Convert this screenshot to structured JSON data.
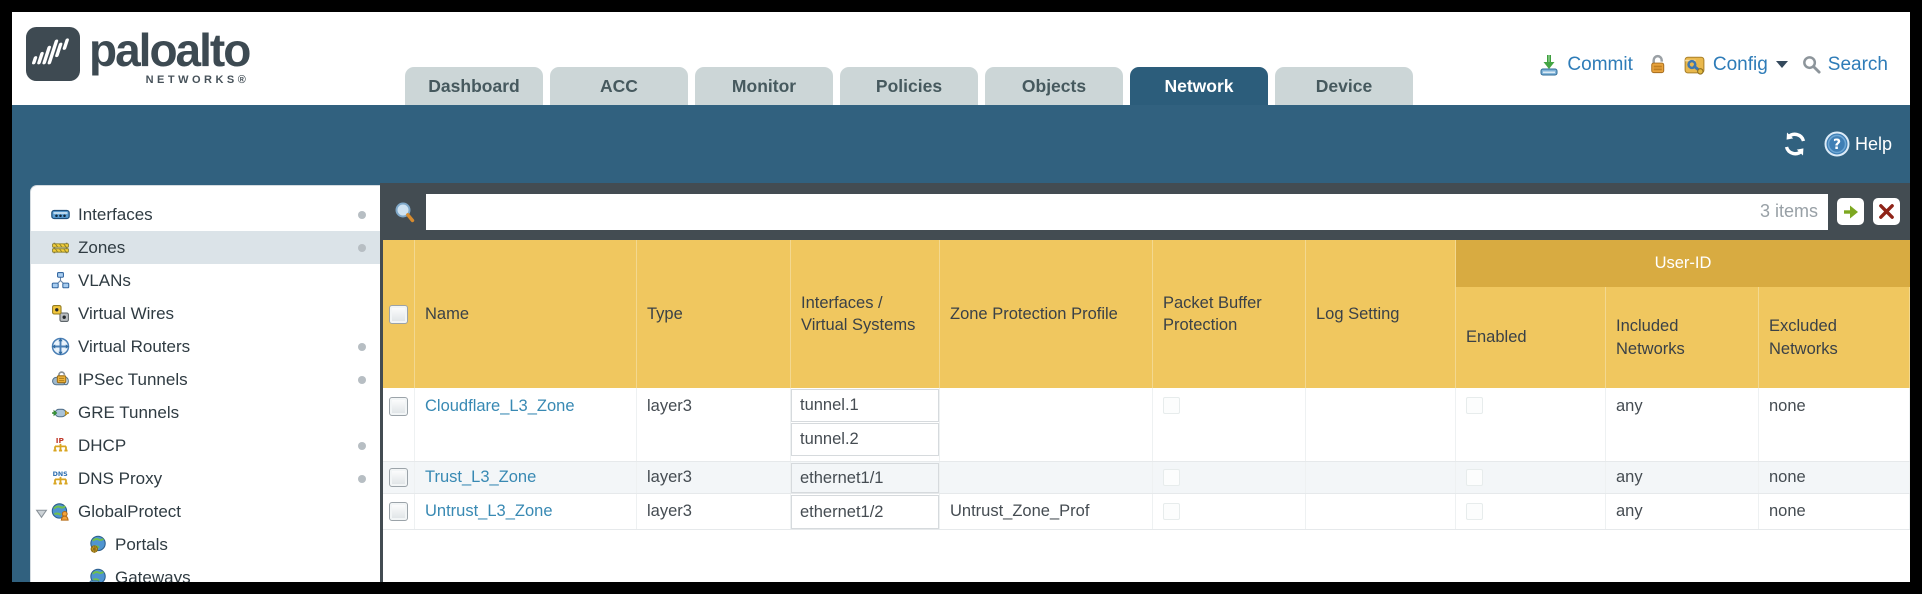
{
  "header": {
    "brand": {
      "name": "paloalto",
      "subtitle": "NETWORKS®"
    },
    "tabs": [
      {
        "label": "Dashboard",
        "active": false
      },
      {
        "label": "ACC",
        "active": false
      },
      {
        "label": "Monitor",
        "active": false
      },
      {
        "label": "Policies",
        "active": false
      },
      {
        "label": "Objects",
        "active": false
      },
      {
        "label": "Network",
        "active": true
      },
      {
        "label": "Device",
        "active": false
      }
    ],
    "utility": {
      "commit": "Commit",
      "config": "Config",
      "search": "Search"
    }
  },
  "toolbar": {
    "help": "Help"
  },
  "sidebar": {
    "items": [
      {
        "label": "Interfaces",
        "icon": "interfaces-icon",
        "dot": true
      },
      {
        "label": "Zones",
        "icon": "zones-icon",
        "dot": true,
        "selected": true
      },
      {
        "label": "VLANs",
        "icon": "vlans-icon"
      },
      {
        "label": "Virtual Wires",
        "icon": "virtual-wires-icon"
      },
      {
        "label": "Virtual Routers",
        "icon": "virtual-routers-icon",
        "dot": true
      },
      {
        "label": "IPSec Tunnels",
        "icon": "ipsec-tunnels-icon",
        "dot": true
      },
      {
        "label": "GRE Tunnels",
        "icon": "gre-tunnels-icon"
      },
      {
        "label": "DHCP",
        "icon": "dhcp-icon",
        "dot": true
      },
      {
        "label": "DNS Proxy",
        "icon": "dns-proxy-icon",
        "dot": true
      },
      {
        "label": "GlobalProtect",
        "icon": "globalprotect-icon",
        "expanded": true
      },
      {
        "label": "Portals",
        "icon": "portals-icon",
        "indent": true
      },
      {
        "label": "Gateways",
        "icon": "gateways-icon",
        "indent": true
      }
    ]
  },
  "search_bar": {
    "value": "",
    "count": "3 items"
  },
  "table": {
    "group_header": "User-ID",
    "columns": [
      "Name",
      "Type",
      "Interfaces / Virtual Systems",
      "Zone Protection Profile",
      "Packet Buffer Protection",
      "Log Setting",
      "Enabled",
      "Included Networks",
      "Excluded Networks"
    ],
    "rows": [
      {
        "name": "Cloudflare_L3_Zone",
        "type": "layer3",
        "interfaces": [
          "tunnel.1",
          "tunnel.2"
        ],
        "zone_protection_profile": "",
        "packet_buffer_protection_checked": false,
        "log_setting": "",
        "user_id_enabled_checked": false,
        "included_networks": "any",
        "excluded_networks": "none"
      },
      {
        "name": "Trust_L3_Zone",
        "type": "layer3",
        "interfaces": [
          "ethernet1/1"
        ],
        "zone_protection_profile": "",
        "packet_buffer_protection_checked": false,
        "log_setting": "",
        "user_id_enabled_checked": false,
        "included_networks": "any",
        "excluded_networks": "none"
      },
      {
        "name": "Untrust_L3_Zone",
        "type": "layer3",
        "interfaces": [
          "ethernet1/2"
        ],
        "zone_protection_profile": "Untrust_Zone_Prof",
        "packet_buffer_protection_checked": false,
        "log_setting": "",
        "user_id_enabled_checked": false,
        "included_networks": "any",
        "excluded_networks": "none"
      }
    ]
  },
  "colors": {
    "teal_band": "#31617f",
    "active_tab": "#2c5d7b",
    "header_yellow": "#f0c75f",
    "user_id_band": "#d8ab41",
    "search_bar_slate": "#434c52",
    "link_blue": "#3889b3",
    "top_link_blue": "#2e7cb8",
    "inactive_tab_gray": "#ccd6d7"
  }
}
